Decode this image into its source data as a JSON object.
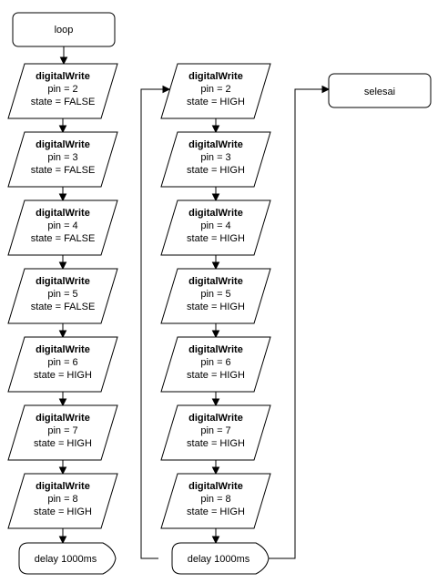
{
  "diagram": {
    "start": {
      "label": "loop"
    },
    "end": {
      "label": "selesai"
    },
    "columns": [
      {
        "steps": [
          {
            "title": "digitalWrite",
            "pin": "pin = 2",
            "state": "state = FALSE"
          },
          {
            "title": "digitalWrite",
            "pin": "pin = 3",
            "state": "state = FALSE"
          },
          {
            "title": "digitalWrite",
            "pin": "pin = 4",
            "state": "state = FALSE"
          },
          {
            "title": "digitalWrite",
            "pin": "pin = 5",
            "state": "state = FALSE"
          },
          {
            "title": "digitalWrite",
            "pin": "pin = 6",
            "state": "state = HIGH"
          },
          {
            "title": "digitalWrite",
            "pin": "pin = 7",
            "state": "state = HIGH"
          },
          {
            "title": "digitalWrite",
            "pin": "pin = 8",
            "state": "state = HIGH"
          }
        ],
        "delay": {
          "label": "delay 1000ms"
        }
      },
      {
        "steps": [
          {
            "title": "digitalWrite",
            "pin": "pin = 2",
            "state": "state = HIGH"
          },
          {
            "title": "digitalWrite",
            "pin": "pin = 3",
            "state": "state = HIGH"
          },
          {
            "title": "digitalWrite",
            "pin": "pin = 4",
            "state": "state = HIGH"
          },
          {
            "title": "digitalWrite",
            "pin": "pin = 5",
            "state": "state = HIGH"
          },
          {
            "title": "digitalWrite",
            "pin": "pin = 6",
            "state": "state = HIGH"
          },
          {
            "title": "digitalWrite",
            "pin": "pin = 7",
            "state": "state = HIGH"
          },
          {
            "title": "digitalWrite",
            "pin": "pin = 8",
            "state": "state = HIGH"
          }
        ],
        "delay": {
          "label": "delay 1000ms"
        }
      }
    ]
  }
}
